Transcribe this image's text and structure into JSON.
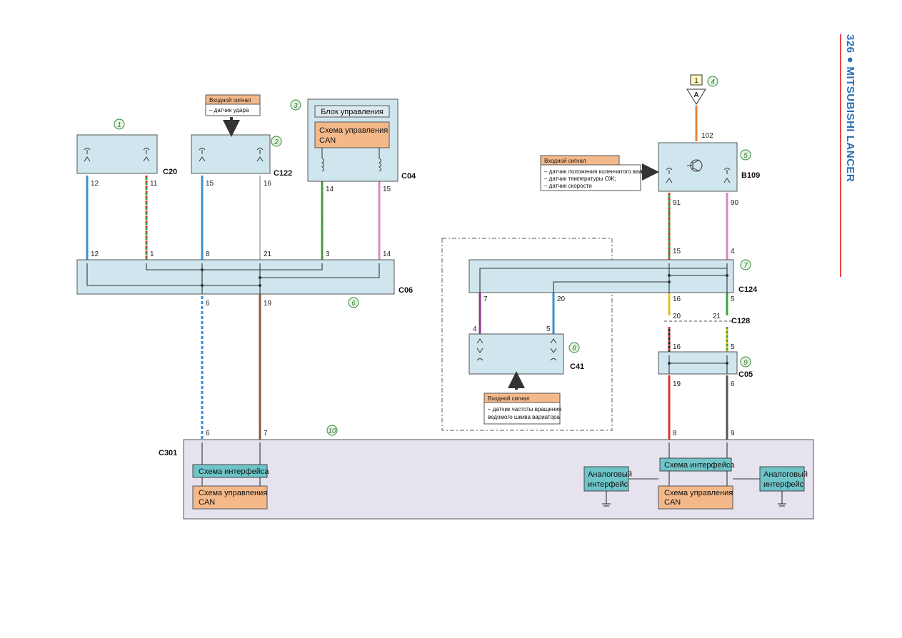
{
  "page": {
    "side_title": "326 ● MITSUBISHI LANCER"
  },
  "callouts": [
    "1",
    "2",
    "3",
    "4",
    "5",
    "6",
    "7",
    "8",
    "9",
    "10"
  ],
  "connectors": {
    "c20": "C20",
    "c122": "C122",
    "c04": "C04",
    "b109": "B109",
    "c06": "C06",
    "c124": "C124",
    "c128": "C128",
    "c41": "C41",
    "c05": "C05",
    "c301": "C301"
  },
  "blocks": {
    "control_unit": "Блок управления",
    "can_control_line1": "Схема управления",
    "can_control_line2": "CAN",
    "interface_circuit": "Схема интерфейса",
    "analog_interface_line1": "Аналоговый",
    "analog_interface_line2": "интерфейс",
    "box_ref": "1",
    "ground_ref": "A"
  },
  "input_signals": {
    "title": "Входной сигнал",
    "impact": [
      "– датчик удара"
    ],
    "b109": [
      "– датчик положения коленчатого вала;",
      "– датчик температуры ОЖ;",
      "– датчик скорости"
    ],
    "c41": [
      "– датчик частоты вращения",
      "ведомого шкива вариатора"
    ]
  },
  "pins": {
    "c20": [
      "12",
      "11"
    ],
    "c122": [
      "15",
      "16"
    ],
    "c04": [
      "14",
      "15"
    ],
    "b109_top": "102",
    "b109": [
      "91",
      "90"
    ],
    "c06_top": [
      "12",
      "1",
      "8",
      "21",
      "3",
      "14"
    ],
    "c06_bottom": [
      "6",
      "19"
    ],
    "c124_top": [
      "15",
      "4"
    ],
    "c124_left": [
      "7",
      "20"
    ],
    "c124_bottom": [
      "16",
      "5"
    ],
    "c128": [
      "20",
      "21"
    ],
    "c41": [
      "4",
      "5"
    ],
    "c05_top": [
      "16",
      "5"
    ],
    "c05_bottom": [
      "19",
      "6"
    ],
    "c301_left": [
      "6",
      "7"
    ],
    "c301_right": [
      "8",
      "9"
    ]
  },
  "colors": {
    "wire_blue": "#3a8fd6",
    "wire_green": "#3aa24a",
    "wire_red": "#d9372f",
    "wire_pink": "#d98ab8",
    "wire_brown": "#8a5a3c",
    "wire_orange": "#e8803a",
    "wire_yellow": "#e0c21a",
    "wire_purple": "#8a3a8a",
    "wire_black": "#222222",
    "wire_white": "#d8d8d8"
  }
}
